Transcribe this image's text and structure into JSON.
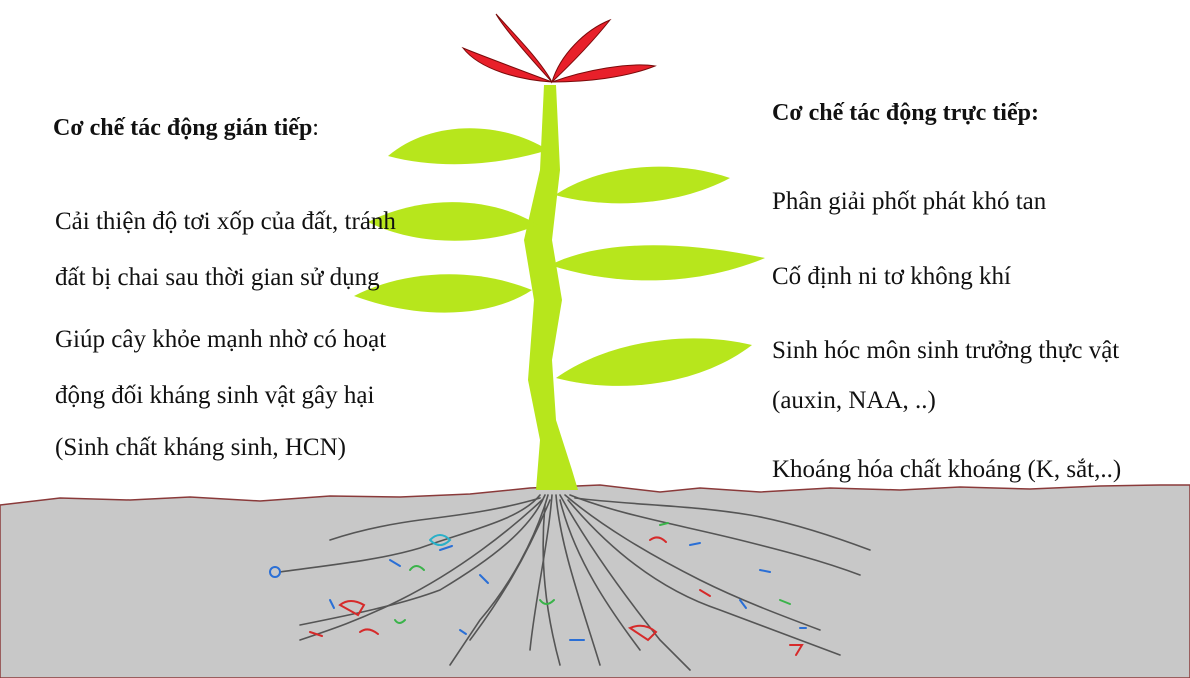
{
  "left": {
    "heading": "Cơ chế tác động gián tiếp",
    "heading_colon": ":",
    "items": [
      {
        "line1": "Cải thiện độ tơi xốp của đất, tránh",
        "line2": "đất bị chai sau thời gian sử dụng"
      },
      {
        "line1": "Giúp cây khỏe mạnh nhờ có hoạt",
        "line2": "động đối kháng sinh vật gây hại",
        "line3": "(Sinh chất kháng sinh, HCN)"
      }
    ]
  },
  "right": {
    "heading": "Cơ chế tác động trực tiếp:",
    "items": [
      {
        "line1": "Phân giải phốt phát khó tan"
      },
      {
        "line1": "Cố định ni tơ không khí"
      },
      {
        "line1": "Sinh hóc môn sinh trưởng thực vật",
        "line2": "(auxin,  NAA, ..)"
      },
      {
        "line1": "Khoáng hóa chất khoáng (K, sắt,..)"
      }
    ]
  },
  "colors": {
    "soil": "#c8c8c8",
    "soil_edge": "#8a3a3a",
    "leaf": "#b7e61c",
    "flower": "#e8202a",
    "root": "#555555"
  }
}
